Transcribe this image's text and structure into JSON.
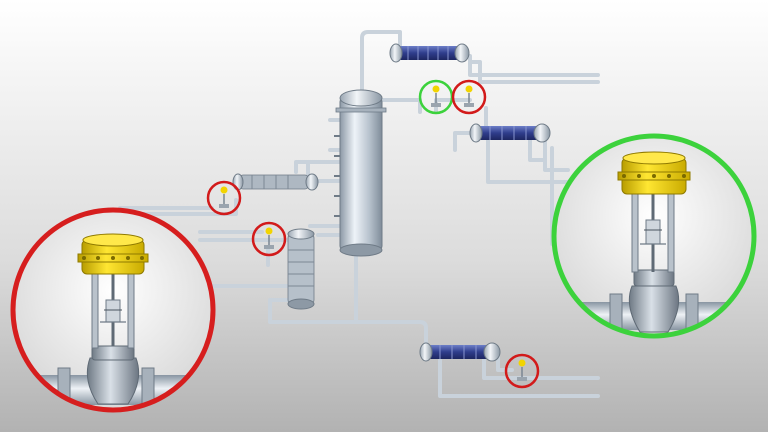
{
  "scene": {
    "description_visible_text": [],
    "background": {
      "top": "#ffffff",
      "bottom": "#b4b4b4"
    }
  },
  "colors": {
    "pipe": "#c8d2dc",
    "pipe_edge": "#7d8a96",
    "vessel_light": "#e6ecf2",
    "vessel_dark": "#8a98a6",
    "exchanger_blue": "#3b4a9c",
    "actuator_yellow": "#f2d400",
    "actuator_yellow_dark": "#b89d00",
    "valve_grey": "#9aa4ae",
    "highlight_red": "#d61e1e",
    "highlight_green": "#3cd23c"
  },
  "icons": {
    "control_valve": "control-valve-icon",
    "heat_exchanger": "heat-exchanger-icon",
    "column": "distillation-column-icon"
  },
  "callouts": [
    {
      "state": "red",
      "subject": "control-valve"
    },
    {
      "state": "green",
      "subject": "control-valve"
    }
  ]
}
